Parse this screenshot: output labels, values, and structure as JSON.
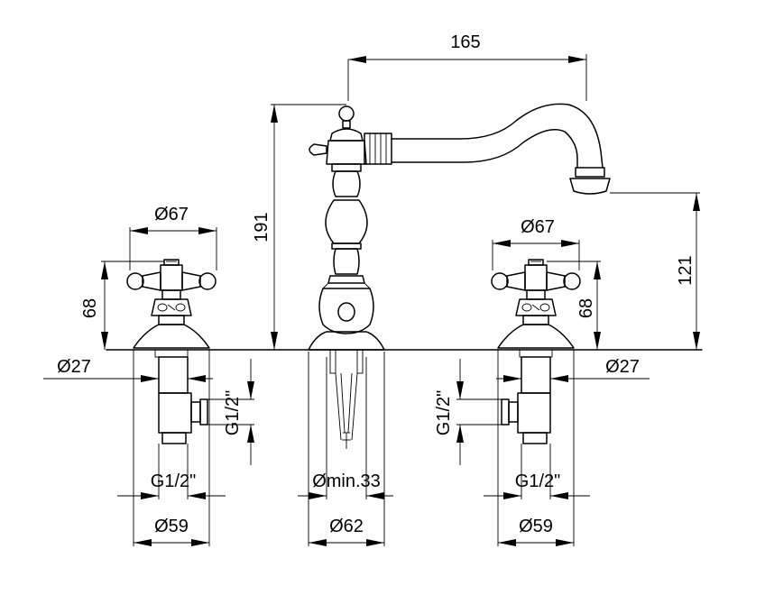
{
  "drawing": {
    "colors": {
      "line": "#000000",
      "background": "#ffffff"
    },
    "dimensions": {
      "spout_reach": "165",
      "overall_height": "191",
      "spout_height": "121",
      "left_handle_width": "Ø67",
      "right_handle_width": "Ø67",
      "left_handle_height": "68",
      "right_handle_height": "68",
      "left_shank": "Ø27",
      "right_shank": "Ø27",
      "left_outlet_thread_vertical": "G1/2\"",
      "right_outlet_thread_vertical": "G1/2\"",
      "left_inlet_thread": "G1/2\"",
      "right_inlet_thread": "G1/2\"",
      "hole_min": "Ømin.33",
      "left_base": "Ø59",
      "center_base": "Ø62",
      "right_base": "Ø59"
    }
  }
}
